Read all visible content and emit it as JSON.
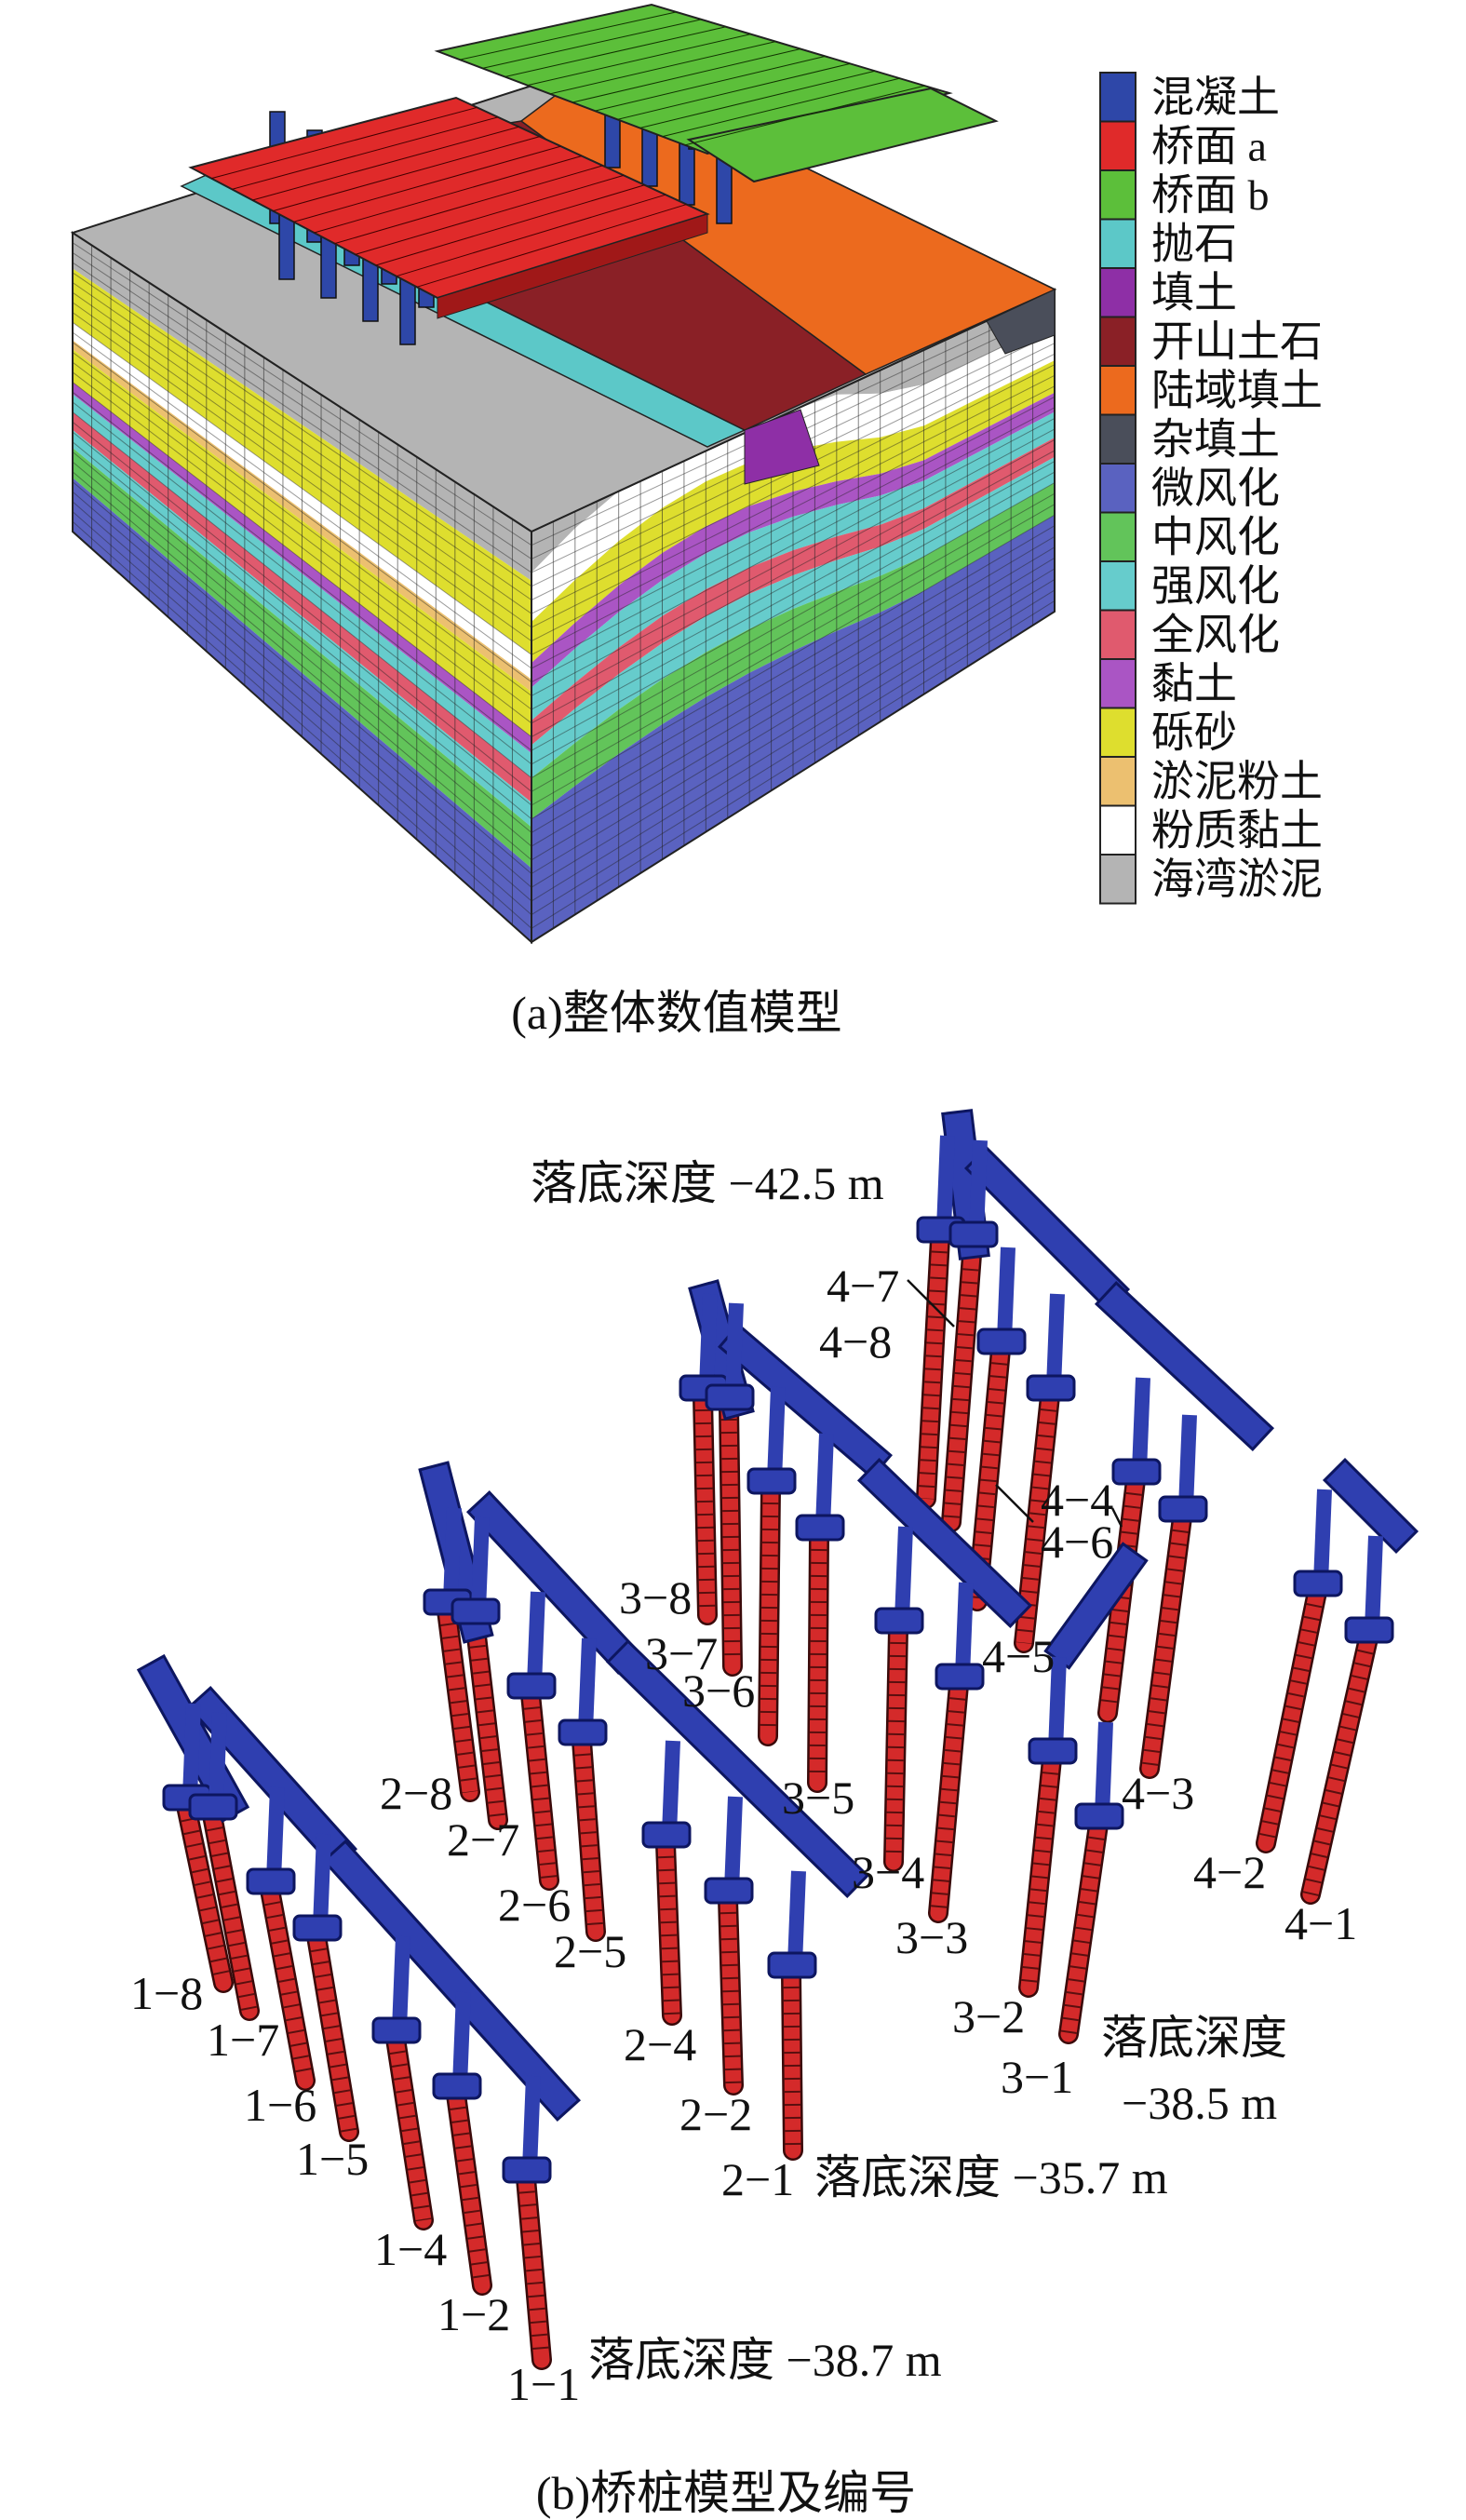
{
  "figure_a": {
    "caption": "(a)整体数值模型",
    "legend": [
      {
        "label": "混凝土",
        "color": "#2e47a8"
      },
      {
        "label": "桥面 a",
        "color": "#e02a2a"
      },
      {
        "label": "桥面 b",
        "color": "#5cbf3a"
      },
      {
        "label": "抛石",
        "color": "#5cc8c8"
      },
      {
        "label": "填土",
        "color": "#8e2fa6"
      },
      {
        "label": "开山土石",
        "color": "#8a2026"
      },
      {
        "label": "陆域填土",
        "color": "#ec6a1e"
      },
      {
        "label": "杂填土",
        "color": "#4a4e5a"
      },
      {
        "label": "微风化",
        "color": "#5a62c0"
      },
      {
        "label": "中风化",
        "color": "#62c45a"
      },
      {
        "label": "强风化",
        "color": "#66cccc"
      },
      {
        "label": "全风化",
        "color": "#e05a6e"
      },
      {
        "label": "黏土",
        "color": "#aa55c4"
      },
      {
        "label": "砾砂",
        "color": "#dede2e"
      },
      {
        "label": "淤泥粉土",
        "color": "#ecc070"
      },
      {
        "label": "粉质黏土",
        "color": "#ffffff"
      },
      {
        "label": "海湾淤泥",
        "color": "#b4b4b4"
      }
    ]
  },
  "figure_b": {
    "caption": "(b)桥桩模型及编号",
    "pile_color": "#d42a2a",
    "cap_color": "#2f3fb0",
    "pile_labels": [
      "1−8",
      "1−7",
      "1−6",
      "1−5",
      "1−4",
      "1−2",
      "1−1",
      "2−8",
      "2−7",
      "2−6",
      "2−5",
      "2−4",
      "2−2",
      "2−1",
      "3−8",
      "3−7",
      "3−6",
      "3−5",
      "3−4",
      "3−3",
      "3−2",
      "3−1",
      "4−7",
      "4−8",
      "4−4",
      "4−6",
      "4−5",
      "4−3",
      "4−2",
      "4−1"
    ],
    "depth_labels": {
      "group4": "落底深度 −42.5 m",
      "group3_line1": "落底深度",
      "group3_line2": "−38.5 m",
      "group2": "落底深度 −35.7 m",
      "group1": "落底深度 −38.7 m"
    }
  }
}
